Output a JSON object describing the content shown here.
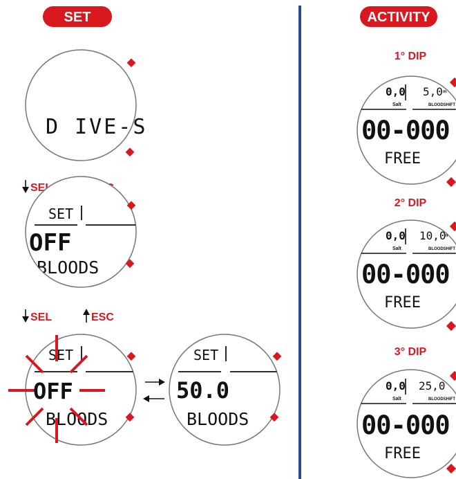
{
  "set_section": {
    "header": "SET",
    "screen1": {
      "line": "D IVE-S"
    },
    "nav1": {
      "sel": "SEL",
      "esc": "ESC"
    },
    "screen2": {
      "top": "SET",
      "value": "OFF",
      "bottom": "BLOODS"
    },
    "nav2": {
      "sel": "SEL",
      "esc": "ESC"
    },
    "screen3": {
      "top": "SET",
      "value": "OFF",
      "bottom": "BLOODS"
    },
    "screen4": {
      "top": "SET",
      "value": "50.0",
      "bottom": "BLOODS"
    }
  },
  "activity_section": {
    "header": "ACTIVITY",
    "dips": [
      {
        "label": "1° DIP",
        "left_value": "0,0",
        "right_value": "5,0",
        "unit": "m",
        "salt": "Salt",
        "bloodshift": "BLOODSHIFT",
        "time": "00-000",
        "mode": "FREE"
      },
      {
        "label": "2° DIP",
        "left_value": "0,0",
        "right_value": "10,0",
        "unit": "m",
        "salt": "Salt",
        "bloodshift": "BLOODSHIFT",
        "time": "00-000",
        "mode": "FREE"
      },
      {
        "label": "3° DIP",
        "left_value": "0,0",
        "right_value": "25,0",
        "unit": "",
        "salt": "Salt",
        "bloodshift": "BLOODSHIFT",
        "time": "00-000",
        "mode": "FREE"
      }
    ]
  },
  "colors": {
    "accent": "#d9171e",
    "divider": "#2a4a8e",
    "ink": "#111111"
  }
}
